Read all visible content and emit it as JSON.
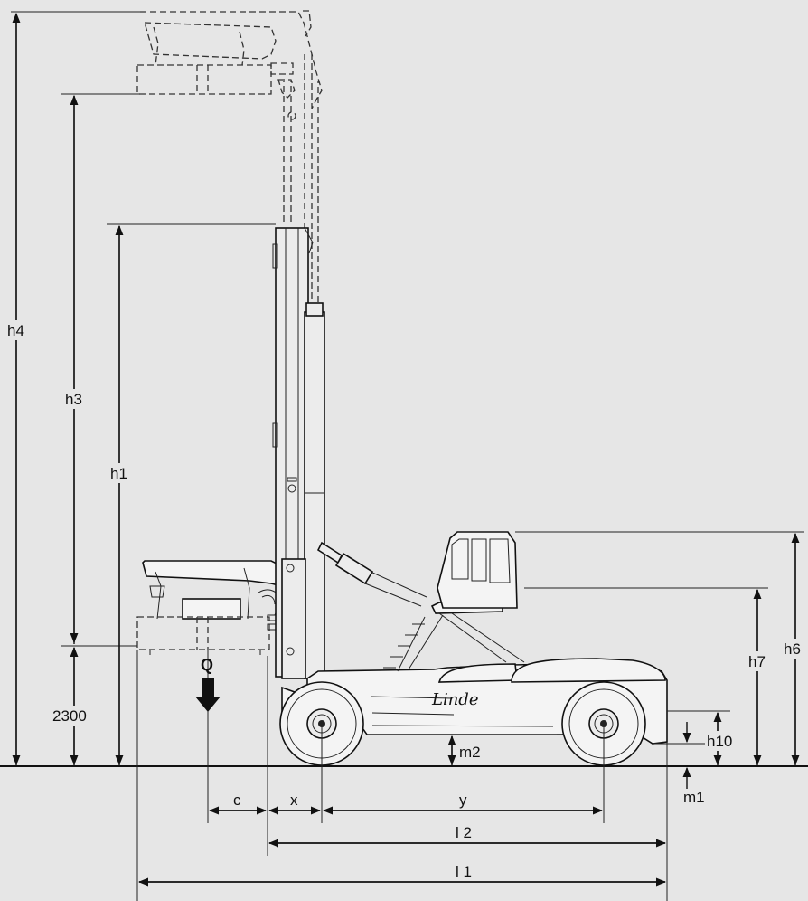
{
  "labels": {
    "h4": "h4",
    "h3": "h3",
    "h1": "h1",
    "h2": "2300",
    "h6": "h6",
    "h7": "h7",
    "h10": "h10",
    "m1": "m1",
    "m2": "m2",
    "Q": "Q",
    "c": "c",
    "x": "x",
    "y": "y",
    "l2": "l 2",
    "l1": "l 1"
  },
  "brand": "Linde",
  "colors": {
    "background": "#e6e6e6",
    "line": "#111111"
  },
  "icons": {
    "load_arrow": "arrow-down-icon"
  }
}
